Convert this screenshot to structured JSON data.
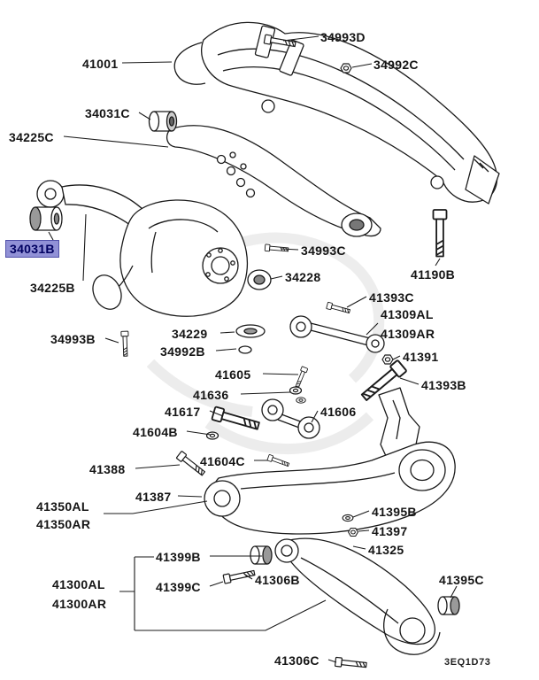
{
  "diagram": {
    "code": "3EQ1D73",
    "selected_part": "34031B"
  },
  "colors": {
    "highlight_bg": "#9191d6",
    "highlight_text": "#000060",
    "highlight_border": "#5050a8",
    "line": "#1a1a1a"
  },
  "labels": [
    {
      "text": "34993D"
    },
    {
      "text": "41001"
    },
    {
      "text": "34992C"
    },
    {
      "text": "34031C"
    },
    {
      "text": "34225C"
    },
    {
      "text": "34031B",
      "state": "selected"
    },
    {
      "text": "34225B"
    },
    {
      "text": "34993C"
    },
    {
      "text": "34228"
    },
    {
      "text": "41190B"
    },
    {
      "text": "41393C"
    },
    {
      "text": "41309AL"
    },
    {
      "text": "41309AR"
    },
    {
      "text": "34993B"
    },
    {
      "text": "34229"
    },
    {
      "text": "34992B"
    },
    {
      "text": "41391"
    },
    {
      "text": "41605"
    },
    {
      "text": "41636"
    },
    {
      "text": "41393B"
    },
    {
      "text": "41617"
    },
    {
      "text": "41606"
    },
    {
      "text": "41604B"
    },
    {
      "text": "41388"
    },
    {
      "text": "41604C"
    },
    {
      "text": "41387"
    },
    {
      "text": "41350AL"
    },
    {
      "text": "41350AR"
    },
    {
      "text": "41395B"
    },
    {
      "text": "41397"
    },
    {
      "text": "41325"
    },
    {
      "text": "41399B"
    },
    {
      "text": "41399C"
    },
    {
      "text": "41306B"
    },
    {
      "text": "41300AL"
    },
    {
      "text": "41300AR"
    },
    {
      "text": "41395C"
    },
    {
      "text": "41306C"
    }
  ]
}
